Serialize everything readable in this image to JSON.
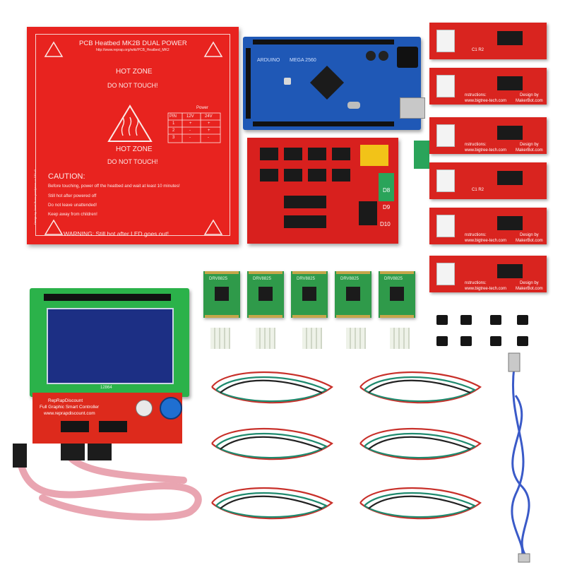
{
  "heatbed": {
    "title": "PCB Heatbed MK2B  DUAL POWER",
    "url": "http://www.reprap.org/wiki/PCB_Heatbed_MK2",
    "hot_zone_1": "HOT ZONE",
    "do_not_touch_1": "DO NOT TOUCH!",
    "hot_zone_2": "HOT ZONE",
    "do_not_touch_2": "DO NOT TOUCH!",
    "caution": "CAUTION:",
    "line1": "Before touching, power off the heatbed and wait at least 10 minutes!",
    "line2": "Still hot after powered off",
    "line3": "Do not leave unattended!",
    "line4": "Keep away from children!",
    "warning": "WARNING: Still hot after LED goes out!",
    "table_header": [
      "PIN",
      "12V",
      "24V"
    ],
    "table_power_label": "Power",
    "table_rows": [
      [
        "1",
        "+",
        "+"
      ],
      [
        "2",
        "-",
        "+"
      ],
      [
        "3",
        "-",
        "-"
      ]
    ],
    "side_text": "Design by Josef Prusa  josefprusa.cz  GPLv3"
  },
  "mega": {
    "label1": "MEGA 2560",
    "label2": "ARDUINO"
  },
  "ramps": {
    "label_d8": "D8",
    "label_d9": "D9",
    "label_d10": "D10"
  },
  "endstop": {
    "line1": "nstructions:",
    "line2": "www.bigtree-tech.com",
    "line3": "Design by",
    "line4": "MakerBot.com",
    "c1r2": "C1 R2"
  },
  "drivers": {
    "label": "DRV8825",
    "count": 5
  },
  "lcd": {
    "line1": "RepRapDiscount",
    "line2": "Full Graphic Smart Controller",
    "line3": "www.reprapdiscount.com",
    "model": "12864"
  },
  "colors": {
    "heatbed": "#e8231f",
    "mega": "#1f58b6",
    "ramps": "#d8201e",
    "endstop": "#d9241f",
    "driver": "#2f9a4a",
    "lcd_screen": "#1c2f84",
    "cable_red": "#c8302a",
    "cable_green": "#1f8a6e",
    "cable_black": "#222222",
    "usb_cable": "#3a5ac8"
  }
}
